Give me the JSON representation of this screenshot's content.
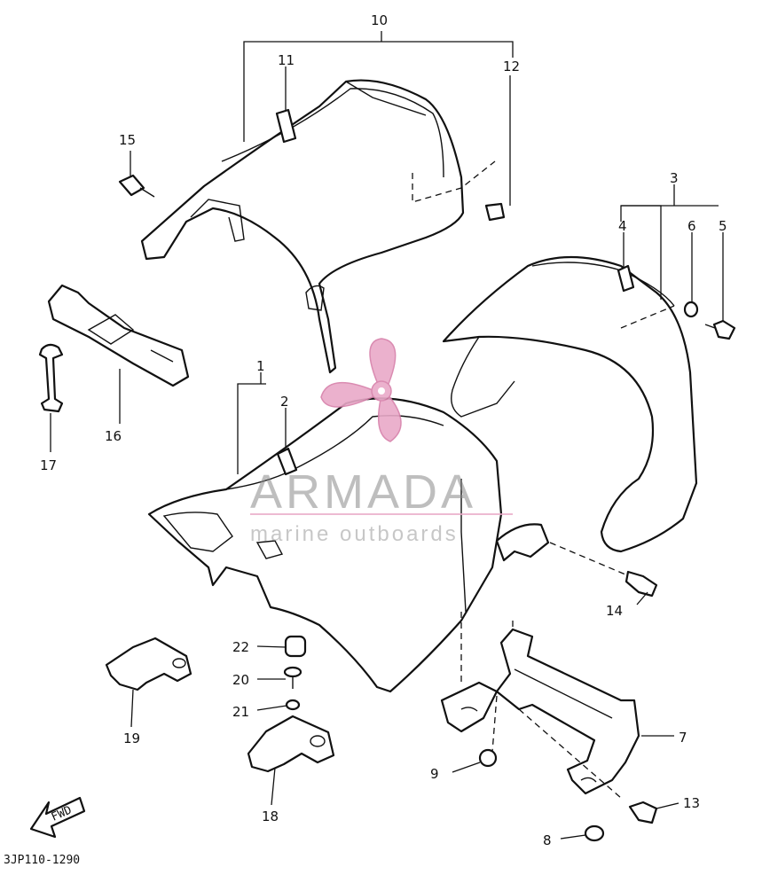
{
  "callouts": {
    "c1": "1",
    "c2": "2",
    "c3": "3",
    "c4": "4",
    "c5": "5",
    "c6": "6",
    "c7": "7",
    "c8": "8",
    "c9": "9",
    "c10": "10",
    "c11": "11",
    "c12": "12",
    "c13": "13",
    "c14": "14",
    "c15": "15",
    "c16": "16",
    "c17": "17",
    "c18": "18",
    "c19": "19",
    "c20": "20",
    "c21": "21",
    "c22": "22"
  },
  "fwd_label": "FWD",
  "diagram_code": "3JP110-1290",
  "watermark": {
    "brand": "ARMADA",
    "tagline": "marine outboards",
    "accent_color": "#e9a9c8"
  }
}
